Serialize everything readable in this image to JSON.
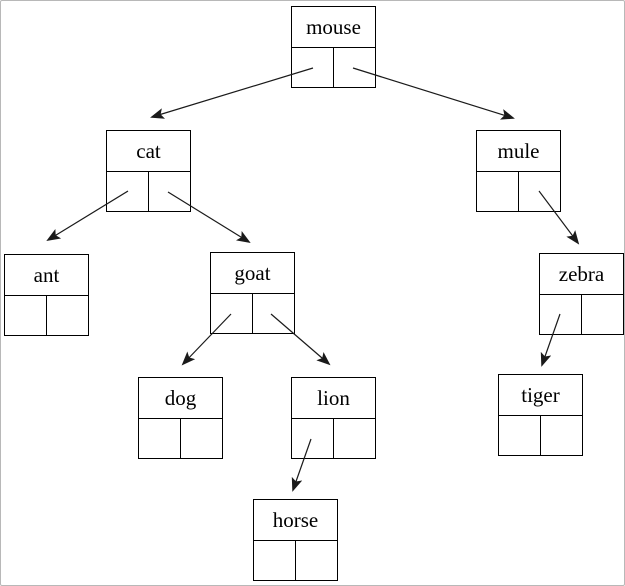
{
  "diagram": {
    "type": "binary-tree",
    "description": "Binary tree of animal-name nodes; each node drawn as a label box above two pointer cells, edges drawn as arrows from pointer cells to child nodes",
    "colors": {
      "background": "#ffffff",
      "node_border": "#000000",
      "node_fill": "#ffffff",
      "edge": "#1a1a1a",
      "text": "#000000",
      "frame_border": "#b8b8b8"
    },
    "nodes": [
      {
        "id": "mouse",
        "label": "mouse"
      },
      {
        "id": "cat",
        "label": "cat"
      },
      {
        "id": "mule",
        "label": "mule"
      },
      {
        "id": "ant",
        "label": "ant"
      },
      {
        "id": "goat",
        "label": "goat"
      },
      {
        "id": "zebra",
        "label": "zebra"
      },
      {
        "id": "dog",
        "label": "dog"
      },
      {
        "id": "lion",
        "label": "lion"
      },
      {
        "id": "tiger",
        "label": "tiger"
      },
      {
        "id": "horse",
        "label": "horse"
      }
    ],
    "edges": [
      {
        "from": "mouse",
        "pointer": "left",
        "to": "cat"
      },
      {
        "from": "mouse",
        "pointer": "right",
        "to": "mule"
      },
      {
        "from": "cat",
        "pointer": "left",
        "to": "ant"
      },
      {
        "from": "cat",
        "pointer": "right",
        "to": "goat"
      },
      {
        "from": "mule",
        "pointer": "right",
        "to": "zebra"
      },
      {
        "from": "goat",
        "pointer": "left",
        "to": "dog"
      },
      {
        "from": "goat",
        "pointer": "right",
        "to": "lion"
      },
      {
        "from": "zebra",
        "pointer": "left",
        "to": "tiger"
      },
      {
        "from": "lion",
        "pointer": "left",
        "to": "horse"
      }
    ]
  }
}
